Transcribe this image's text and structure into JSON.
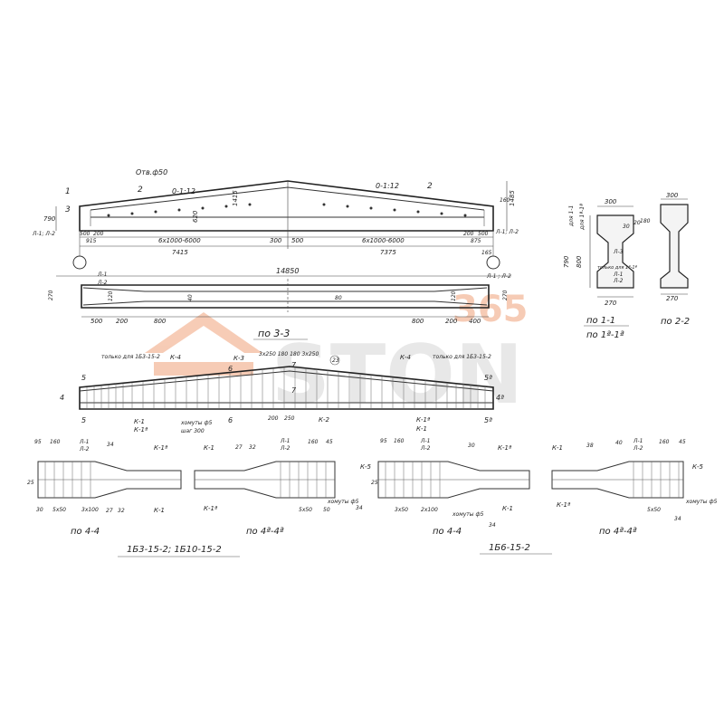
{
  "watermark": {
    "text": "STON",
    "number": "365",
    "color": "#f0a27a",
    "grey": "#d6d6d6"
  },
  "elevation": {
    "slope_left": "0-1:12",
    "slope_right": "0-1:12",
    "hole_label": "Отв.ф50",
    "top_total": "14850",
    "span_left": "6х1000-6000",
    "span_right": "6х1000-6000",
    "len_left": "7415",
    "len_right": "7375",
    "mid_300": "300",
    "mid_500": "500",
    "h_left": "790",
    "h_mid": "1415",
    "h_620": "620",
    "h_right": "1485",
    "d915": "915",
    "d500": "500",
    "d200": "200",
    "d875": "875",
    "d200b": "200",
    "d500b": "500",
    "d165": "165",
    "cut1": "1",
    "cut2": "2",
    "cut3": "3",
    "label_l1l2_left": "Л-1; Л-2",
    "label_l1l2_right": "Л-1; Л-2",
    "label_160": "160"
  },
  "plan": {
    "total": "14850",
    "d270_left": "270",
    "d270_right": "270",
    "d120": "120",
    "d40": "40",
    "d80": "80",
    "d500": "500",
    "d200": "200",
    "d800_left": "800",
    "d800_right": "800",
    "d400": "400",
    "d200r": "200",
    "l1_left": "Л-1",
    "l2_left": "Л-2",
    "l_right": "Л-1 ; Л-2",
    "caption": "по 3-3"
  },
  "sec11": {
    "d300": "300",
    "d790": "790",
    "d800": "800",
    "d270": "270",
    "d30": "30",
    "d20": "20",
    "d180": "180",
    "note1": "для 1-1",
    "note2": "для 1ª-1ª",
    "l3": "Л-3",
    "only_for": "только для 1ª-1ª",
    "l1": "Л-1",
    "l2": "Л-2",
    "caption1": "по 1-1",
    "caption2": "по 1ª-1ª"
  },
  "sec22": {
    "d300": "300",
    "d270": "270",
    "caption": "по 2-2"
  },
  "reinf": {
    "only_for_left": "только для 1Б3-15-2",
    "only_for_right": "только для 1Б3-15-2",
    "k4_left": "К-4",
    "k3": "К-3",
    "k4_right": "К-4",
    "spacing": "3х250 180 180 3х250",
    "mark23": "23",
    "c5": "5",
    "c6": "6",
    "c7": "7",
    "c5a": "5ª",
    "c4": "4",
    "c4a": "4ª",
    "k1": "К-1",
    "k1a": "К-1ª",
    "clamp": "хомуты ф5",
    "step": "шаг 300",
    "d200": "200",
    "d250": "250",
    "k2": "К-2",
    "k1a_r": "К-1ª",
    "k1_r": "К-1"
  },
  "sections": [
    {
      "caption": "по 4-4",
      "labels": [
        "95",
        "160",
        "Л-1",
        "Л-2",
        "К-1ª",
        "34",
        "25",
        "30",
        "5х50",
        "3х100",
        "27",
        "32",
        "К-1"
      ]
    },
    {
      "caption": "по 4ª-4ª",
      "labels": [
        "К-1",
        "27",
        "32",
        "Л-1",
        "Л-2",
        "160",
        "45",
        "К-1ª",
        "5х50",
        "50",
        "хомуты ф5",
        "34"
      ]
    },
    {
      "caption": "по 4-4",
      "labels": [
        "95",
        "160",
        "Л-1",
        "Л-2",
        "30",
        "К-1ª",
        "К-5",
        "25",
        "3х50",
        "2х100",
        "К-1",
        "хомуты ф5",
        "34"
      ]
    },
    {
      "caption": "по 4ª-4ª",
      "labels": [
        "К-1",
        "38",
        "40",
        "Л-1",
        "Л-2",
        "160",
        "45",
        "К-5",
        "К-1ª",
        "5х50",
        "хомуты ф5",
        "34"
      ]
    }
  ],
  "series": {
    "left": "1Б3-15-2; 1Б10-15-2",
    "right": "1Б6-15-2"
  }
}
